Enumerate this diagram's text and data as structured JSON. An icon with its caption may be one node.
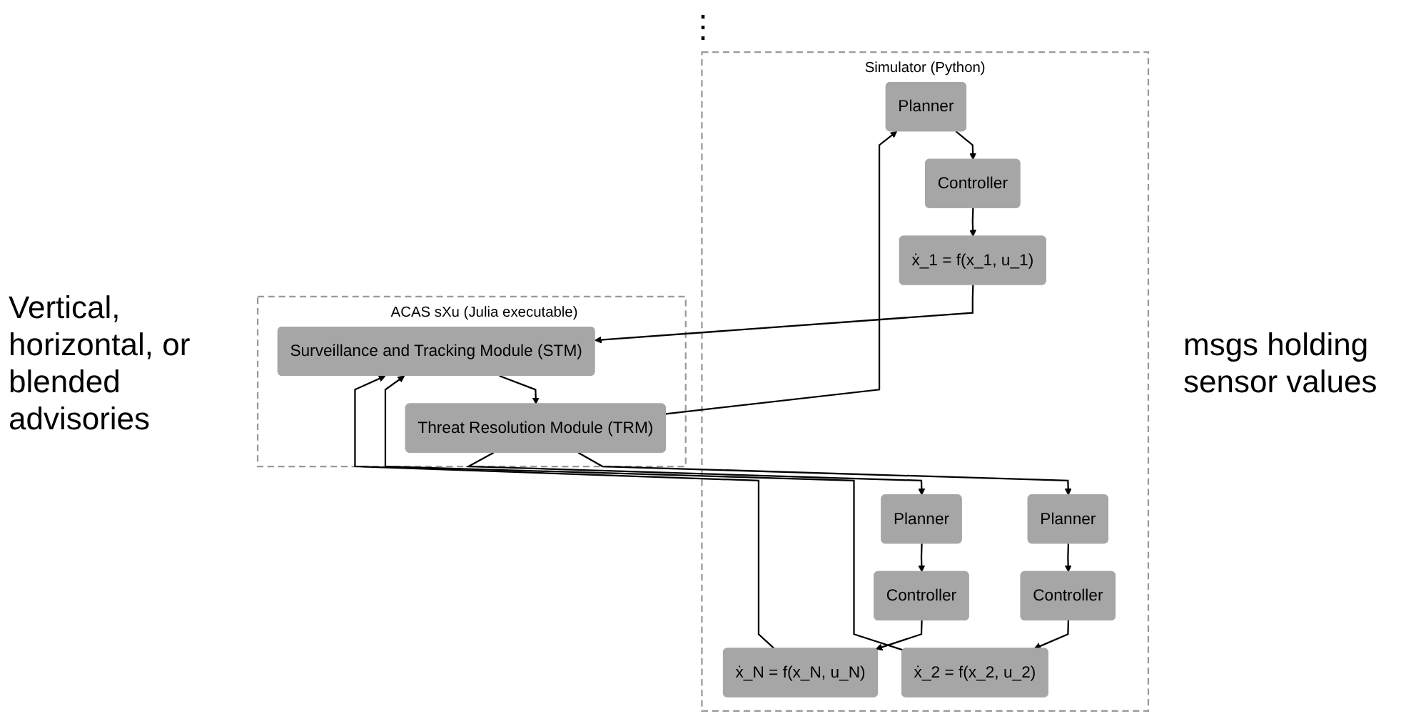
{
  "diagram": {
    "nodes": [
      {
        "text": [
          "Simulator (Python)"
        ]
      },
      {
        "text": [
          "Planner"
        ],
        "in": 0
      },
      {
        "text": [
          "Controller"
        ],
        "in": 0
      },
      {
        "text": [
          "ẋ_1 = f(x_1, u_1)"
        ],
        "in": 0
      },
      {
        "text": [
          "Planner"
        ],
        "in": 0
      },
      {
        "text": [
          "Controller"
        ],
        "in": 0
      },
      {
        "text": [
          "ẋ_2 = f(x_2, u_2)"
        ],
        "in": 0
      },
      {
        "text": [
          "Planner"
        ],
        "in": 0
      },
      {
        "text": [
          "Controller"
        ],
        "in": 0
      },
      {
        "text": [
          "ẋ_N = f(x_N, u_N)"
        ],
        "in": 0
      },
      {
        "text": [
          "ACAS sXu (Julia executable)"
        ]
      },
      {
        "text": [
          "Threat Resolution Module (TRM)"
        ],
        "in": 10
      },
      {
        "text": [
          "Surveillance and Tracking Module (STM)"
        ],
        "in": 10
      }
    ],
    "edges": [
      {
        "from": 1,
        "to": 2,
        "arrow": "to"
      },
      {
        "from": 2,
        "to": 3,
        "arrow": "to"
      },
      {
        "from": 4,
        "to": 5,
        "arrow": "to"
      },
      {
        "from": 5,
        "to": 6,
        "arrow": "to"
      },
      {
        "from": 7,
        "to": 8,
        "arrow": "to"
      },
      {
        "from": 8,
        "to": 9,
        "arrow": "to"
      },
      {
        "from": 3,
        "to": 12,
        "arrow": "to"
      },
      {
        "from": 6,
        "to": 12,
        "arrow": "to"
      },
      {
        "from": 9,
        "to": 12,
        "arrow": "to"
      },
      {
        "from": 12,
        "to": 11,
        "arrow": "to"
      },
      {
        "from": 11,
        "to": 1,
        "arrow": "to"
      },
      {
        "from": 11,
        "to": 4,
        "arrow": "to"
      },
      {
        "from": 11,
        "to": 7,
        "arrow": "to"
      }
    ],
    "labels": [
      "⋮",
      "Vertical, horizontal, or blended advisories",
      "msgs holding sensor values"
    ]
  }
}
